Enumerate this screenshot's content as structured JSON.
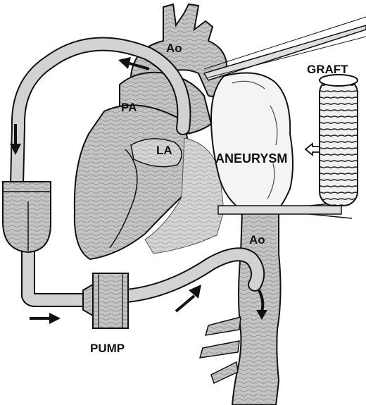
{
  "diagram": {
    "labels": {
      "ao_top": "Ao",
      "pa": "PA",
      "la": "LA",
      "aneurysm": "ANEURYSM",
      "graft": "GRAFT",
      "ao_bottom": "Ao",
      "pump": "PUMP"
    },
    "colors": {
      "ink": "#111111",
      "tissue_fill": "#c4c4c4",
      "tube_fill": "#d2d2d2",
      "aneurysm_fill": "#f4f4f4",
      "clamp_fill": "#dedede",
      "paper": "#ffffff"
    },
    "arrows": [
      "flow-arrow-tube-top",
      "flow-arrow-tube-left-down",
      "flow-arrow-to-pump",
      "flow-arrow-to-aorta",
      "flow-arrow-aorta-down",
      "graft-insert-arrow"
    ]
  }
}
